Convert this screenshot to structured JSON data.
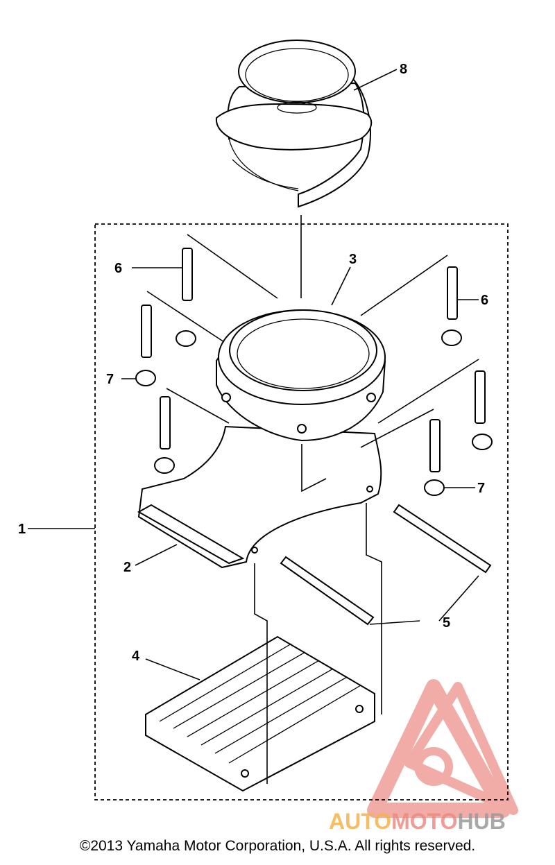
{
  "callouts": {
    "c1": "1",
    "c2": "2",
    "c3": "3",
    "c4": "4",
    "c5": "5",
    "c6a": "6",
    "c6b": "6",
    "c7a": "7",
    "c7b": "7",
    "c8": "8"
  },
  "watermark": {
    "part1": "AUTO",
    "part2": "MOTO",
    "part3": "HUB",
    "color_orange": "#f6b24a",
    "color_red": "#ee8a82",
    "color_gray": "#9a9a9a"
  },
  "footer": {
    "copyright": "©2013 Yamaha Motor Corporation, U.S.A. All rights reserved."
  },
  "icons": {
    "watermark_logo": "triangle-m-logo-icon"
  }
}
